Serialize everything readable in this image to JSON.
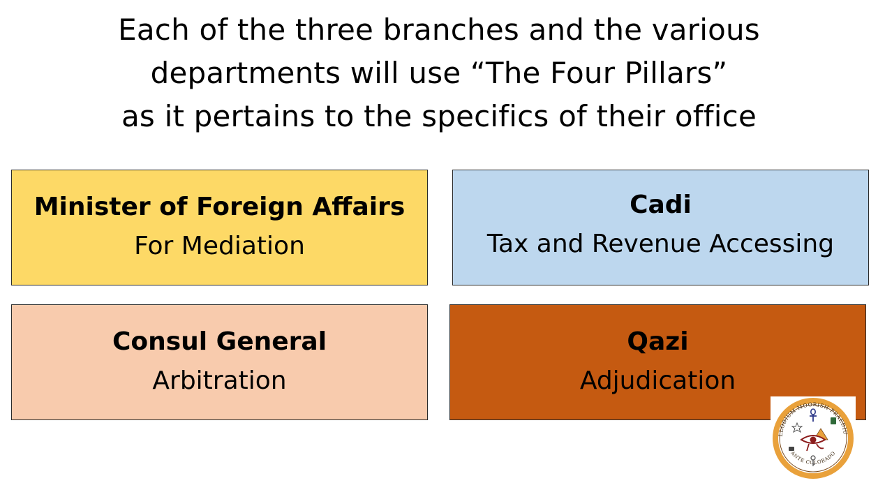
{
  "title": {
    "lines": [
      "Each of the three branches and the various",
      "departments will use “The Four Pillars”",
      "as it pertains to the specifics of their office"
    ]
  },
  "pillars": [
    {
      "heading": "Minister of Foreign Affairs",
      "subtitle": "For Mediation"
    },
    {
      "heading": "Cadi",
      "subtitle": "Tax and Revenue Accessing"
    },
    {
      "heading": "Consul General",
      "subtitle": "Arbitration"
    },
    {
      "heading": "Qazi",
      "subtitle": "Adjudication"
    }
  ],
  "colors": {
    "mfa_fill": "#FDD966",
    "cadi_fill": "#BDD7EE",
    "consul_fill": "#F8CBAD",
    "qazi_fill": "#C55A11",
    "seal_orange": "#E9A13B",
    "seal_brown": "#7A4B1E"
  },
  "seal": {
    "top_text": "ALLODIUM MOORISH PRAEDIUM",
    "bottom_text": "ANTE COLORADO",
    "icons": [
      "ankh-icon",
      "pyramid-icon",
      "eye-of-horus-icon",
      "star-icon",
      "key-icon"
    ]
  }
}
